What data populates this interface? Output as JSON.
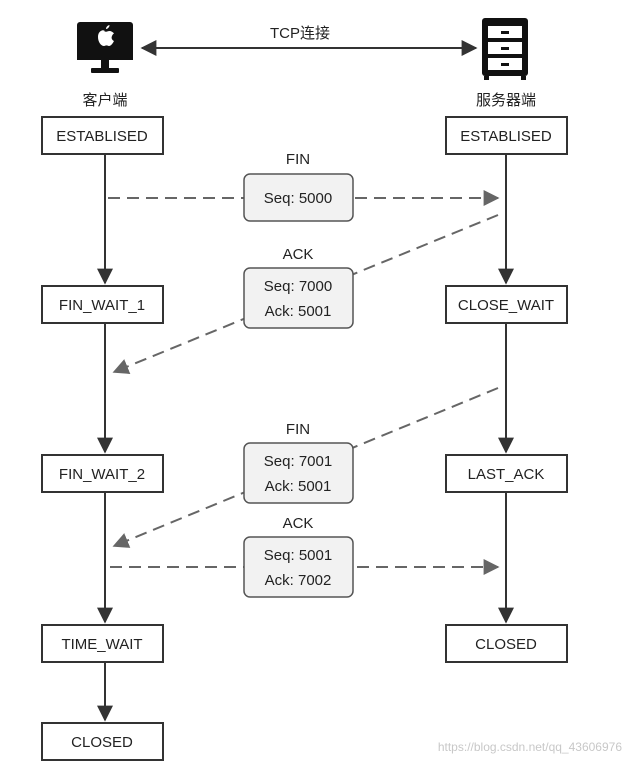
{
  "header": {
    "connection_label": "TCP连接",
    "client_label": "客户端",
    "server_label": "服务器端",
    "client_icon": "computer-icon",
    "server_icon": "server-cabinet-icon"
  },
  "client_states": [
    "ESTABLISED",
    "FIN_WAIT_1",
    "FIN_WAIT_2",
    "TIME_WAIT",
    "CLOSED"
  ],
  "server_states": [
    "ESTABLISED",
    "CLOSE_WAIT",
    "LAST_ACK",
    "CLOSED"
  ],
  "messages": [
    {
      "title": "FIN",
      "lines": [
        "Seq: 5000"
      ]
    },
    {
      "title": "ACK",
      "lines": [
        "Seq: 7000",
        "Ack: 5001"
      ]
    },
    {
      "title": "FIN",
      "lines": [
        "Seq: 7001",
        "Ack: 5001"
      ]
    },
    {
      "title": "ACK",
      "lines": [
        "Seq: 5001",
        "Ack: 7002"
      ]
    }
  ],
  "watermark": "https://blog.csdn.net/qq_43606976",
  "colors": {
    "line": "#333333",
    "dash": "#777777",
    "box_fill": "#f2f2f2",
    "watermark": "#c8c8c8"
  }
}
